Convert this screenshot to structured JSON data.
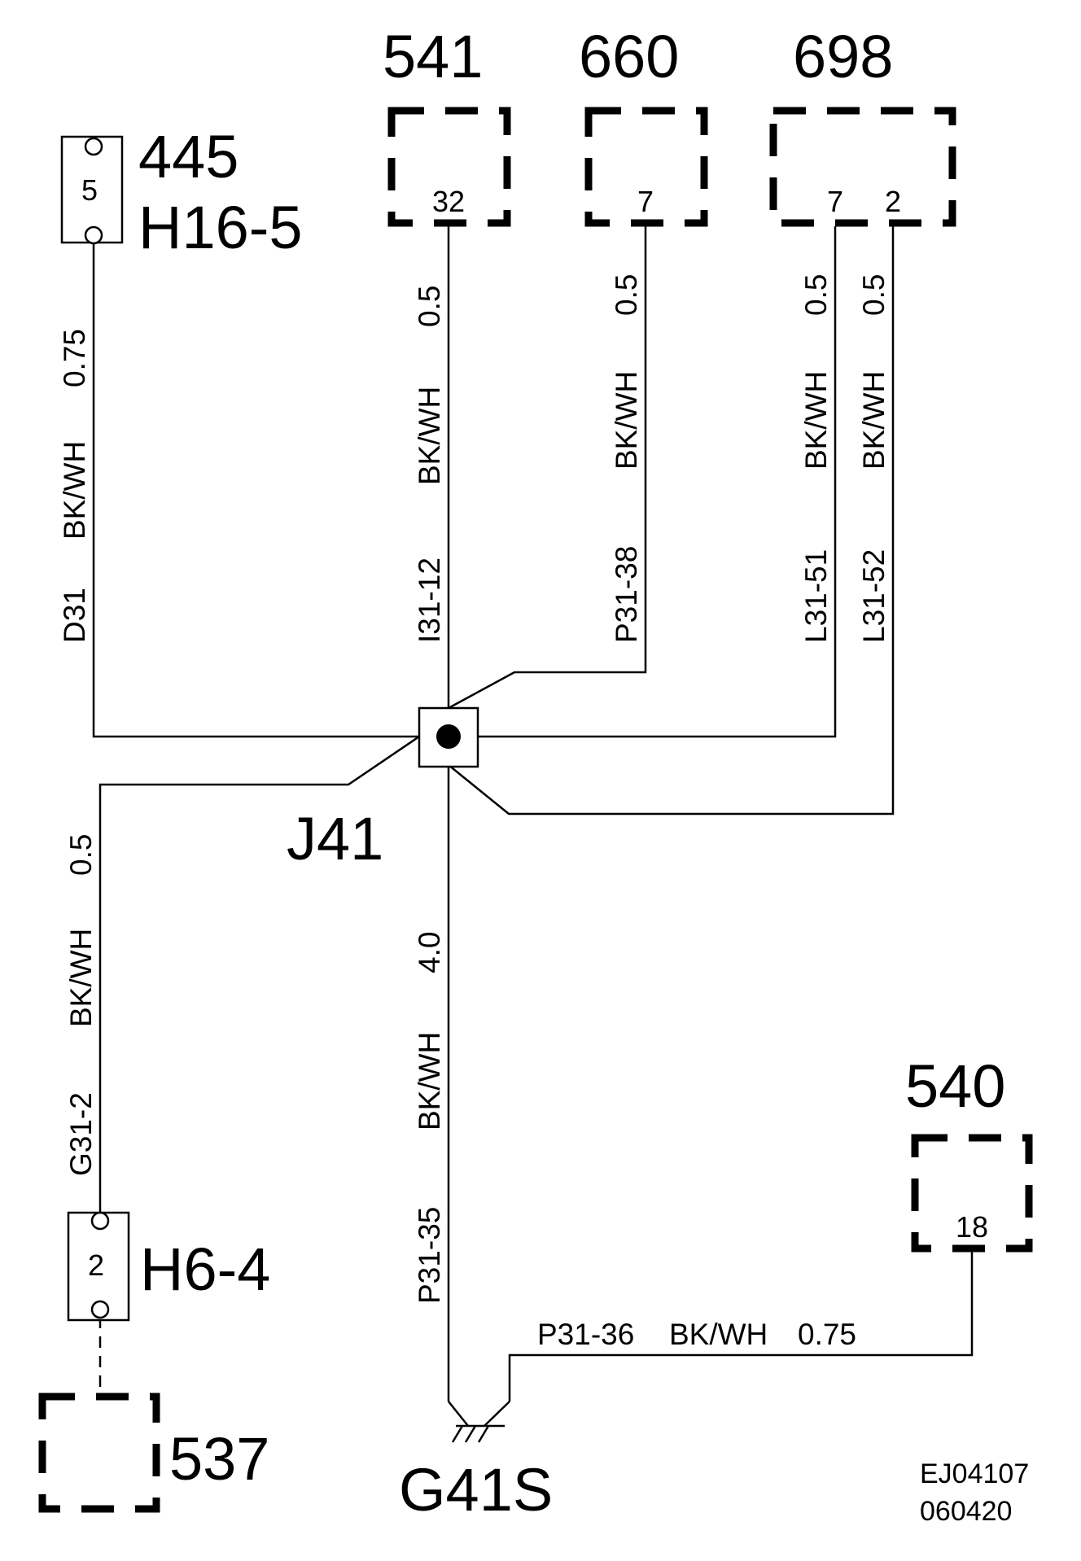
{
  "components": {
    "c541": {
      "id": "541",
      "pin": "32"
    },
    "c660": {
      "id": "660",
      "pin": "7"
    },
    "c698": {
      "id": "698",
      "pin_a": "7",
      "pin_b": "2"
    },
    "c540": {
      "id": "540",
      "pin": "18"
    },
    "c537": {
      "id": "537"
    }
  },
  "connectors": {
    "top": {
      "id": "445",
      "sub": "H16-5",
      "pin": "5"
    },
    "bottom": {
      "id": "H6-4",
      "pin": "2"
    }
  },
  "splice": {
    "id": "J41"
  },
  "ground": {
    "id": "G41S"
  },
  "wires": {
    "d31": {
      "code": "D31",
      "color": "BK/WH",
      "gauge": "0.75"
    },
    "i31": {
      "code": "I31-12",
      "color": "BK/WH",
      "gauge": "0.5"
    },
    "p31_38": {
      "code": "P31-38",
      "color": "BK/WH",
      "gauge": "0.5"
    },
    "l31_51": {
      "code": "L31-51",
      "color": "BK/WH",
      "gauge": "0.5"
    },
    "l31_52": {
      "code": "L31-52",
      "color": "BK/WH",
      "gauge": "0.5"
    },
    "g31": {
      "code": "G31-2",
      "color": "BK/WH",
      "gauge": "0.5"
    },
    "p31_35": {
      "code": "P31-35",
      "color": "BK/WH",
      "gauge": "4.0"
    },
    "p31_36": {
      "code": "P31-36",
      "color": "BK/WH",
      "gauge": "0.75"
    }
  },
  "footer": {
    "drawing_id": "EJ04107",
    "date_code": "060420"
  }
}
